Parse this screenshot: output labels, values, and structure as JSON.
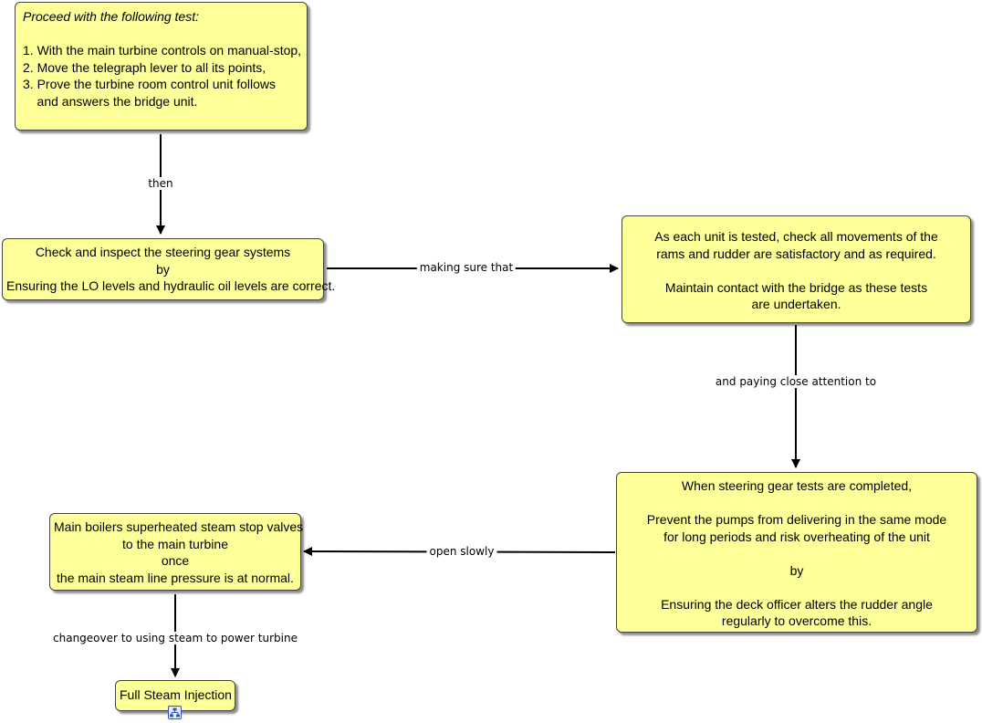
{
  "nodes": {
    "proceed": {
      "lines": [
        "Proceed with the following test:",
        "",
        "1. With the main turbine controls on manual-stop,",
        "2. Move the telegraph lever to all its points,",
        "3. Prove the turbine room control unit follows",
        "    and answers the bridge unit."
      ]
    },
    "check": {
      "lines": [
        "Check and inspect the steering gear systems",
        "by",
        "Ensuring the LO levels and hydraulic oil levels are correct."
      ]
    },
    "each_unit": {
      "lines": [
        "As each unit is tested, check all movements of the",
        "rams and rudder are satisfactory and as required.",
        "",
        "Maintain contact with the bridge as these tests",
        "are undertaken."
      ]
    },
    "completed": {
      "lines": [
        "When steering gear tests are completed,",
        "",
        "Prevent the pumps from delivering in the same mode",
        "for long periods and risk overheating of the unit",
        "",
        "by",
        "",
        "Ensuring the deck officer alters the rudder angle",
        "regularly to overcome this."
      ]
    },
    "boilers": {
      "lines": [
        "Main boilers superheated steam stop valves",
        "to the main turbine",
        "once",
        "the main steam line pressure is at normal."
      ]
    },
    "full_steam": {
      "lines": [
        "Full Steam Injection"
      ]
    }
  },
  "edges": {
    "then": "then",
    "making_sure": "making sure that",
    "paying_attention": "and paying close attention to",
    "open_slowly": "open slowly",
    "changeover": "changeover to using steam to power turbine"
  },
  "colors": {
    "node_fill": "#ffff99",
    "node_border": "#444444",
    "edge": "#000000"
  },
  "icons": {
    "resource": "concept-map-resource-icon"
  }
}
